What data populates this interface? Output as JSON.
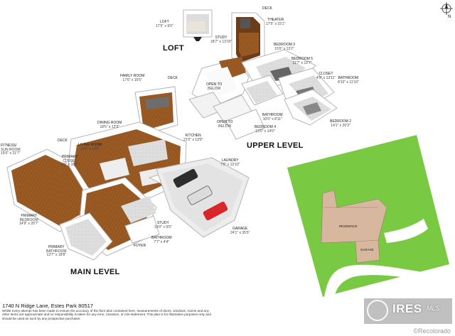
{
  "levels": {
    "loft": "LOFT",
    "upper": "UPPER LEVEL",
    "main": "MAIN LEVEL"
  },
  "rooms": {
    "loft": {
      "name": "LOFT",
      "dim": "17'5\" x 9'0\""
    },
    "deck_loft": {
      "name": "DECK",
      "dim": ""
    },
    "theater": {
      "name": "THEATER",
      "dim": "17'5\" x 15'1\""
    },
    "study_upper": {
      "name": "STUDY",
      "dim": "18'7\" x 13'10\""
    },
    "bedroom3": {
      "name": "BEDROOM 3",
      "dim": "15'6\" x 13'2\""
    },
    "bedroom5": {
      "name": "BEDROOM 5",
      "dim": "11'7\" x 12'7\""
    },
    "closet_upper": {
      "name": "CLOSET",
      "dim": "4'9\" x 13'11\""
    },
    "bathroom_upper1": {
      "name": "BATHROOM",
      "dim": "8'10\" x 11'10\""
    },
    "open_below_1": {
      "name": "OPEN TO",
      "dim": "BELOW"
    },
    "open_below_2": {
      "name": "OPEN TO",
      "dim": "BELOW"
    },
    "bathroom_upper2": {
      "name": "BATHROOM",
      "dim": "10'0\" x 8'11\""
    },
    "bedroom4": {
      "name": "BEDROOM 4",
      "dim": "13'0\" x 14'0\""
    },
    "bedroom2": {
      "name": "BEDROOM 2",
      "dim": "14'1\" x 20'3\""
    },
    "family_room": {
      "name": "FAMILY ROOM",
      "dim": "17'6\" x 15'5\""
    },
    "deck_main_top": {
      "name": "DECK",
      "dim": ""
    },
    "dining_room": {
      "name": "DINING ROOM",
      "dim": "18'5\" x 12'9\""
    },
    "living_room": {
      "name": "LIVING ROOM",
      "dim": "19'5\" x 14'8\""
    },
    "kitchen": {
      "name": "KITCHEN",
      "dim": "21'0\" x 13'9\""
    },
    "deck_main_left": {
      "name": "DECK",
      "dim": ""
    },
    "primary_closet": {
      "name": "PRIMARY",
      "dim": "CLOSET",
      "dim2": "9'3\" x 16'5\""
    },
    "fitness": {
      "name": "FITNESS/",
      "dim": "SUN ROOM",
      "dim2": "15'0\" x 21'7\""
    },
    "laundry": {
      "name": "LAUNDRY",
      "dim": "7'0\" x 12'10\""
    },
    "garage": {
      "name": "GARAGE",
      "dim": "24'1\" x 35'5\""
    },
    "primary_bedroom": {
      "name": "PRIMARY",
      "dim": "BEDROOM",
      "dim2": "14'9\" x 20'7\""
    },
    "study_main": {
      "name": "STUDY",
      "dim": "13'0\" x 9'0\""
    },
    "bathroom_main": {
      "name": "BATHROOM",
      "dim": "7'7\" x 4'4\""
    },
    "foyer": {
      "name": "FOYER",
      "dim": ""
    },
    "primary_bath": {
      "name": "PRIMARY",
      "dim": "BATHROOM",
      "dim2": "13'7\" x 18'8\""
    }
  },
  "site_plan": {
    "residence": "RESIDENCE",
    "garage": "GARAGE"
  },
  "footer": {
    "address": "1740 N Ridge Lane, Estes Park 80517",
    "disclaimer": "Whilst every attempt has been made to ensure the accuracy of the floor plan contained here, measurements of doors, windows, rooms and any other items are approximate and no responsibility is taken for any error, omission, or mis-statement. This plan is for illustrative purposes only and should be used as such by any prospective purchaser."
  },
  "brand": {
    "name": "IRES",
    "sub": "MLS",
    "watermark": "©Recolorado"
  },
  "compass": "N",
  "colors": {
    "wall": "#ffffff",
    "wall_edge": "#b8b8b8",
    "floor_wood": "#9a5a24",
    "floor_tile": "#d9d9d9",
    "lawn": "#7ac943",
    "house_footprint": "#d7b79e",
    "driveway": "#ffffff"
  }
}
